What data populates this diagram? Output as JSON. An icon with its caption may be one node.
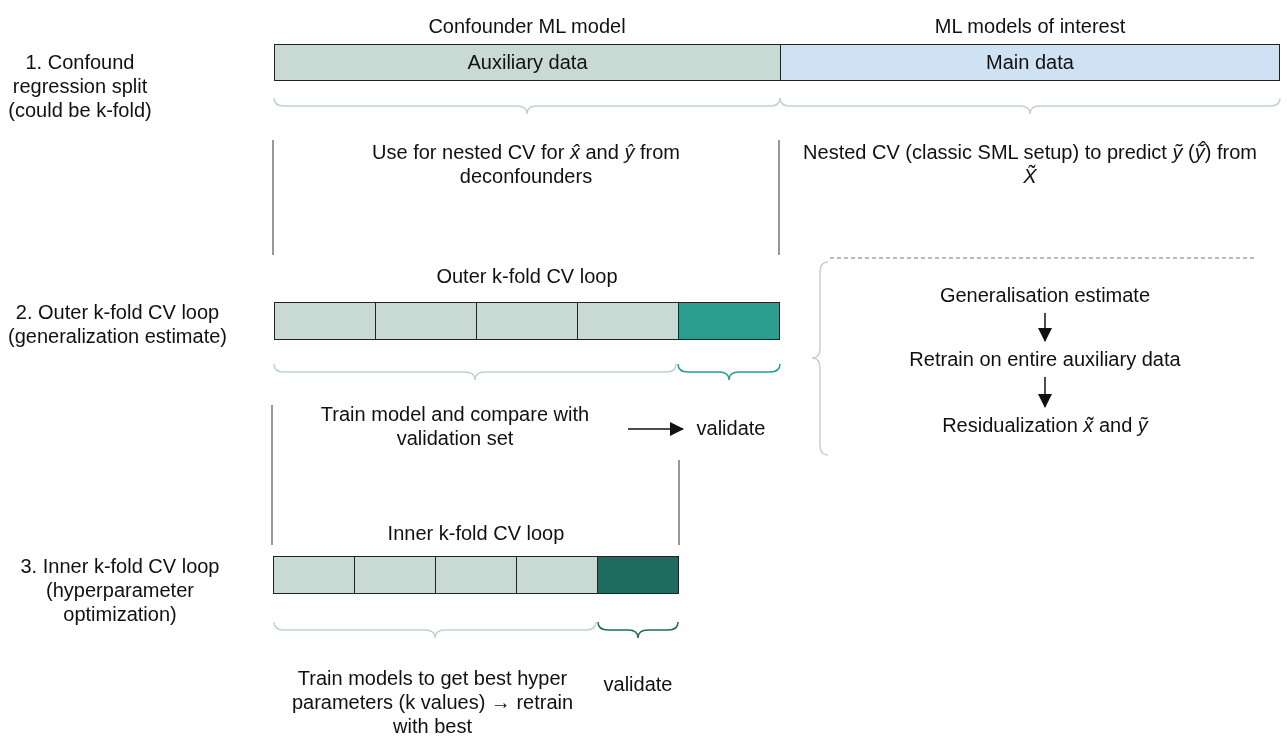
{
  "diagram": {
    "nodes": [
      {
        "text": [
          "Auxiliary data"
        ]
      },
      {
        "text": [
          "Main data"
        ]
      },
      {
        "text": [],
        "shape": "box"
      },
      {
        "text": [],
        "shape": "box"
      },
      {
        "text": [],
        "shape": "box"
      },
      {
        "text": [],
        "shape": "box"
      },
      {
        "text": [],
        "shape": "box"
      },
      {
        "text": [],
        "shape": "box"
      },
      {
        "text": [],
        "shape": "box"
      },
      {
        "text": [],
        "shape": "box"
      },
      {
        "text": [],
        "shape": "box"
      },
      {
        "text": [],
        "shape": "box"
      },
      {
        "text": [
          "Train model and compare with validation set"
        ]
      },
      {
        "text": [
          "validate"
        ]
      },
      {
        "text": [
          "Generalisation estimate"
        ]
      },
      {
        "text": [
          "Retrain on entire auxiliary data"
        ]
      },
      {
        "text": [
          "Residualization *x̃* and *ỹ*"
        ]
      }
    ],
    "edges": [
      {
        "from": 12,
        "to": 13,
        "arrow": "to"
      },
      {
        "from": 14,
        "to": 15,
        "arrow": "to"
      },
      {
        "from": 15,
        "to": 16,
        "arrow": "to"
      }
    ],
    "labels": [
      "Confounder ML model",
      "ML models of interest",
      "1. Confound regression split (could be k-fold)",
      "Use for nested CV for *x̂* and *ŷ* from deconfounders",
      "Nested CV (classic SML setup) to predict *ỹ* (*ỹ̂*) from *X̃*",
      "2. Outer k-fold CV loop (generalization estimate)",
      "Outer k-fold CV loop",
      "3. Inner k-fold CV loop (hyperparameter optimization)",
      "Inner k-fold CV loop",
      "Train models to get best hyper parameters (k values) → retrain with best",
      "validate"
    ]
  }
}
